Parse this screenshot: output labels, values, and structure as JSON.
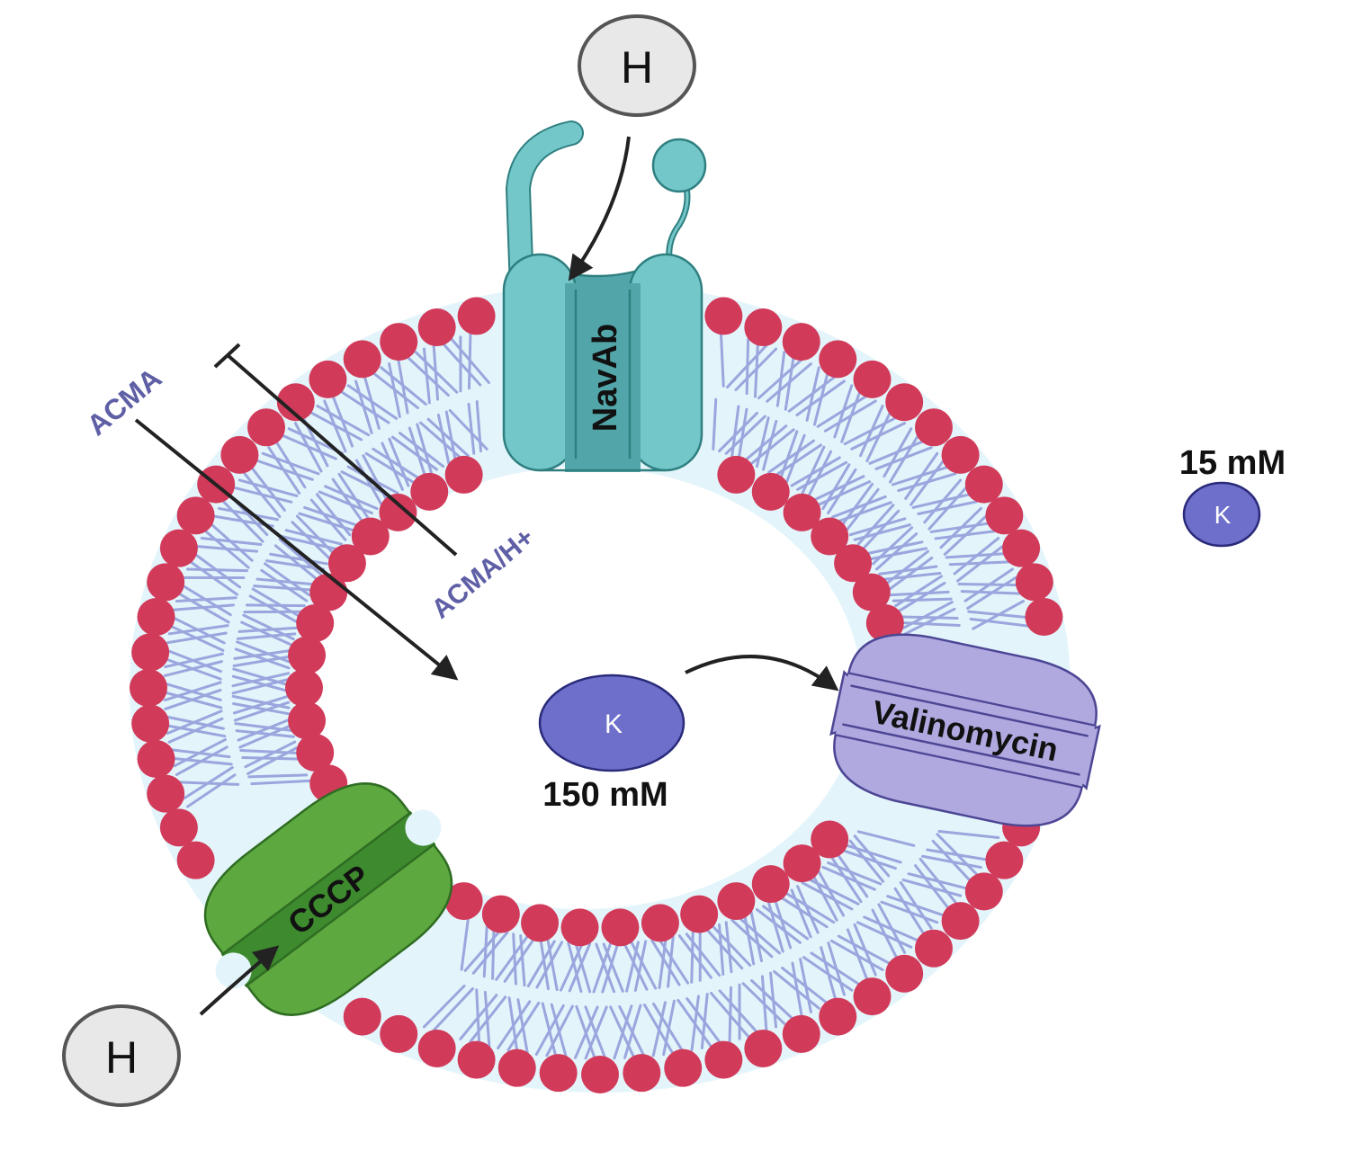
{
  "diagram": {
    "ions": {
      "proton_top": "H",
      "proton_bottom": "H",
      "k_inside": "K",
      "k_outside": "K"
    },
    "labels": {
      "k_inside_conc": "150 mM",
      "k_outside_conc": "15 mM",
      "acma_outside": "ACMA",
      "acma_inside": "ACMA/H+"
    },
    "proteins": {
      "channel": "NavAb",
      "ionophore_k": "Valinomycin",
      "ionophore_h": "CCCP"
    },
    "colors": {
      "lipid_head": "#d23a5a",
      "lipid_tail": "#9aa6dd",
      "membrane_fill": "#e3f5fb",
      "navab_light": "#74c7c9",
      "navab_dark": "#52a6a9",
      "potassium": "#6e6ecb",
      "valinomycin": "#b0a9e0",
      "cccp": "#5ea840",
      "proton": "#e8e8e8",
      "acma_text": "#5f5fa6"
    }
  }
}
